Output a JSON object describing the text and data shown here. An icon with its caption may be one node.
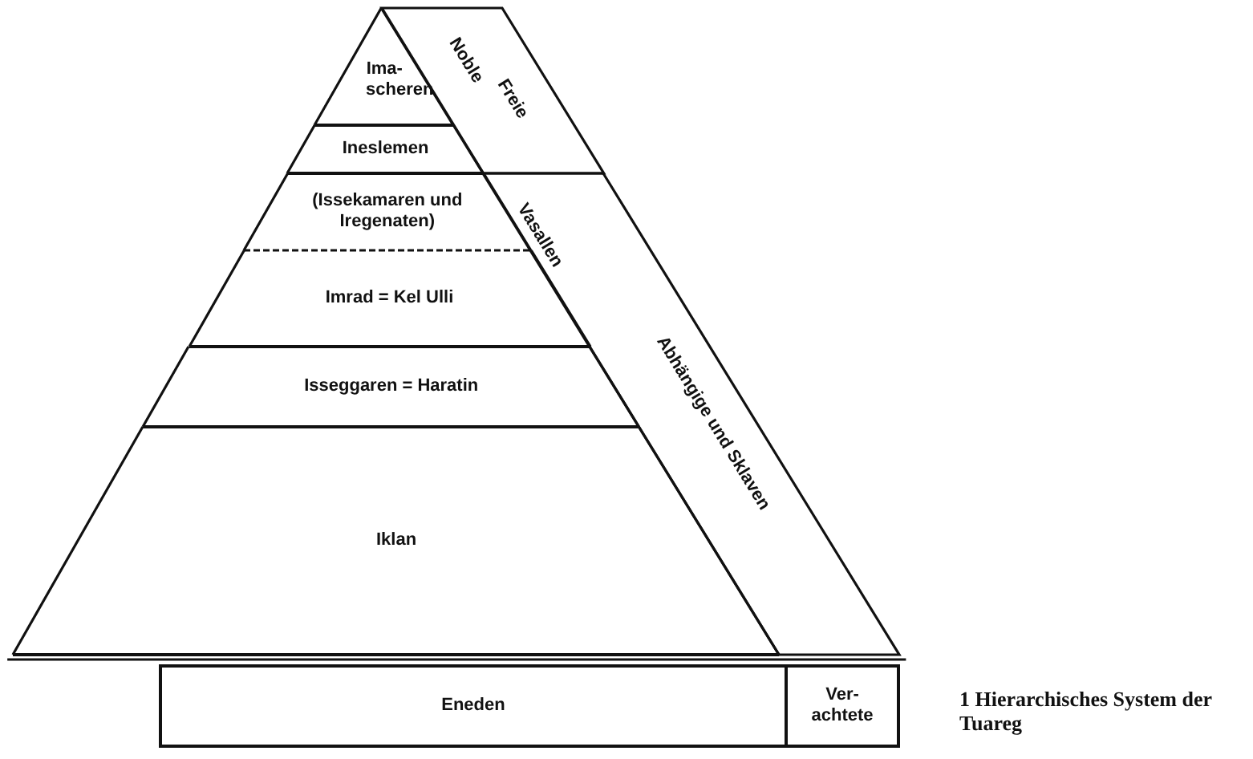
{
  "diagram": {
    "caption": "1 Hierarchisches System der Tuareg",
    "nodes": [
      {
        "text": [
          "Ima- scheren"
        ]
      },
      {
        "text": [
          "Ineslemen"
        ]
      },
      {
        "text": [
          "(Issekamaren und Iregenaten)"
        ]
      },
      {
        "text": [
          "Imrad = Kel Ulli"
        ]
      },
      {
        "text": [
          "Isseggaren = Haratin"
        ]
      },
      {
        "text": [
          "Iklan"
        ]
      },
      {
        "text": [
          "Noble",
          "Freie"
        ]
      },
      {
        "text": [
          "Vasallen",
          "Abhängige und Sklaven"
        ]
      },
      {
        "text": [
          "Eneden"
        ]
      },
      {
        "text": [
          "Ver- achtete"
        ]
      }
    ],
    "edges": []
  }
}
